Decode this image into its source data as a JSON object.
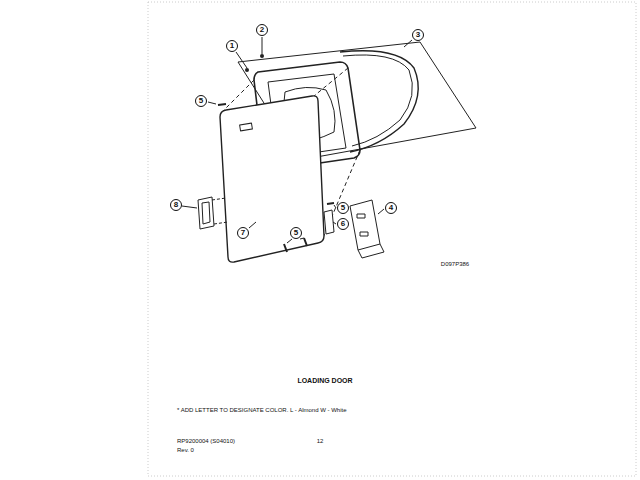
{
  "diagram": {
    "title": "LOADING DOOR",
    "labels": [
      "1",
      "2",
      "3",
      "5",
      "8",
      "7",
      "5",
      "6",
      "4",
      "5",
      "D097P386",
      "* ADD LETTER TO DESIGNATE COLOR. L - Almond W - White",
      "RP9200004 (S04010)",
      "12",
      "Rev. 0"
    ]
  }
}
